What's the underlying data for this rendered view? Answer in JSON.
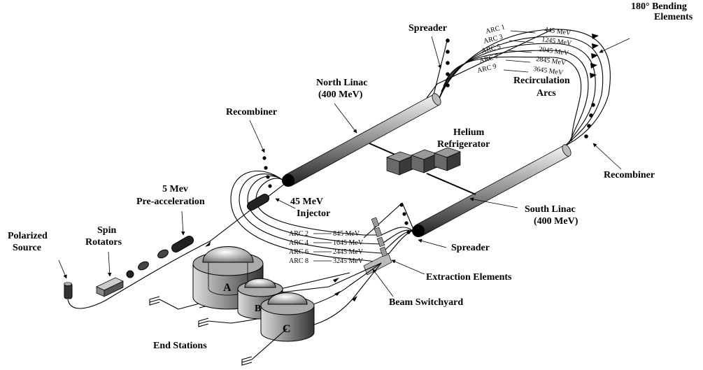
{
  "labels": {
    "bending": [
      "180° Bending",
      "Elements"
    ],
    "spreader_top": "Spreader",
    "north_linac": [
      "North Linac",
      "(400 MeV)"
    ],
    "recirc": [
      "Recirculation",
      "Arcs"
    ],
    "recombiner_left": "Recombiner",
    "helium": [
      "Helium",
      "Refrigerator"
    ],
    "recombiner_right": "Recombiner",
    "preaccel": [
      "5 Mev",
      "Pre-acceleration"
    ],
    "injector": [
      "45 MeV",
      "Injector"
    ],
    "south_linac": [
      "South Linac",
      "(400 MeV)"
    ],
    "polarized": [
      "Polarized",
      "Source"
    ],
    "spin": [
      "Spin",
      "Rotators"
    ],
    "spreader_bottom": "Spreader",
    "extraction": "Extraction Elements",
    "switchyard": "Beam Switchyard",
    "end_stations": "End Stations",
    "hall_a": "A",
    "hall_b": "B",
    "hall_c": "C"
  },
  "north_arcs": [
    {
      "name": "ARC 1",
      "energy": "445 MeV"
    },
    {
      "name": "ARC 3",
      "energy": "1245 MeV"
    },
    {
      "name": "ARC 5",
      "energy": "2045 MeV"
    },
    {
      "name": "ARC 7",
      "energy": "2845 MeV"
    },
    {
      "name": "ARC 9",
      "energy": "3645 MeV"
    }
  ],
  "south_arcs": [
    {
      "name": "ARC 2",
      "energy": "845 MeV"
    },
    {
      "name": "ARC 4",
      "energy": "1645 MeV"
    },
    {
      "name": "ARC 6",
      "energy": "2445 MeV"
    },
    {
      "name": "ARC 8",
      "energy": "3245 MeV"
    }
  ]
}
